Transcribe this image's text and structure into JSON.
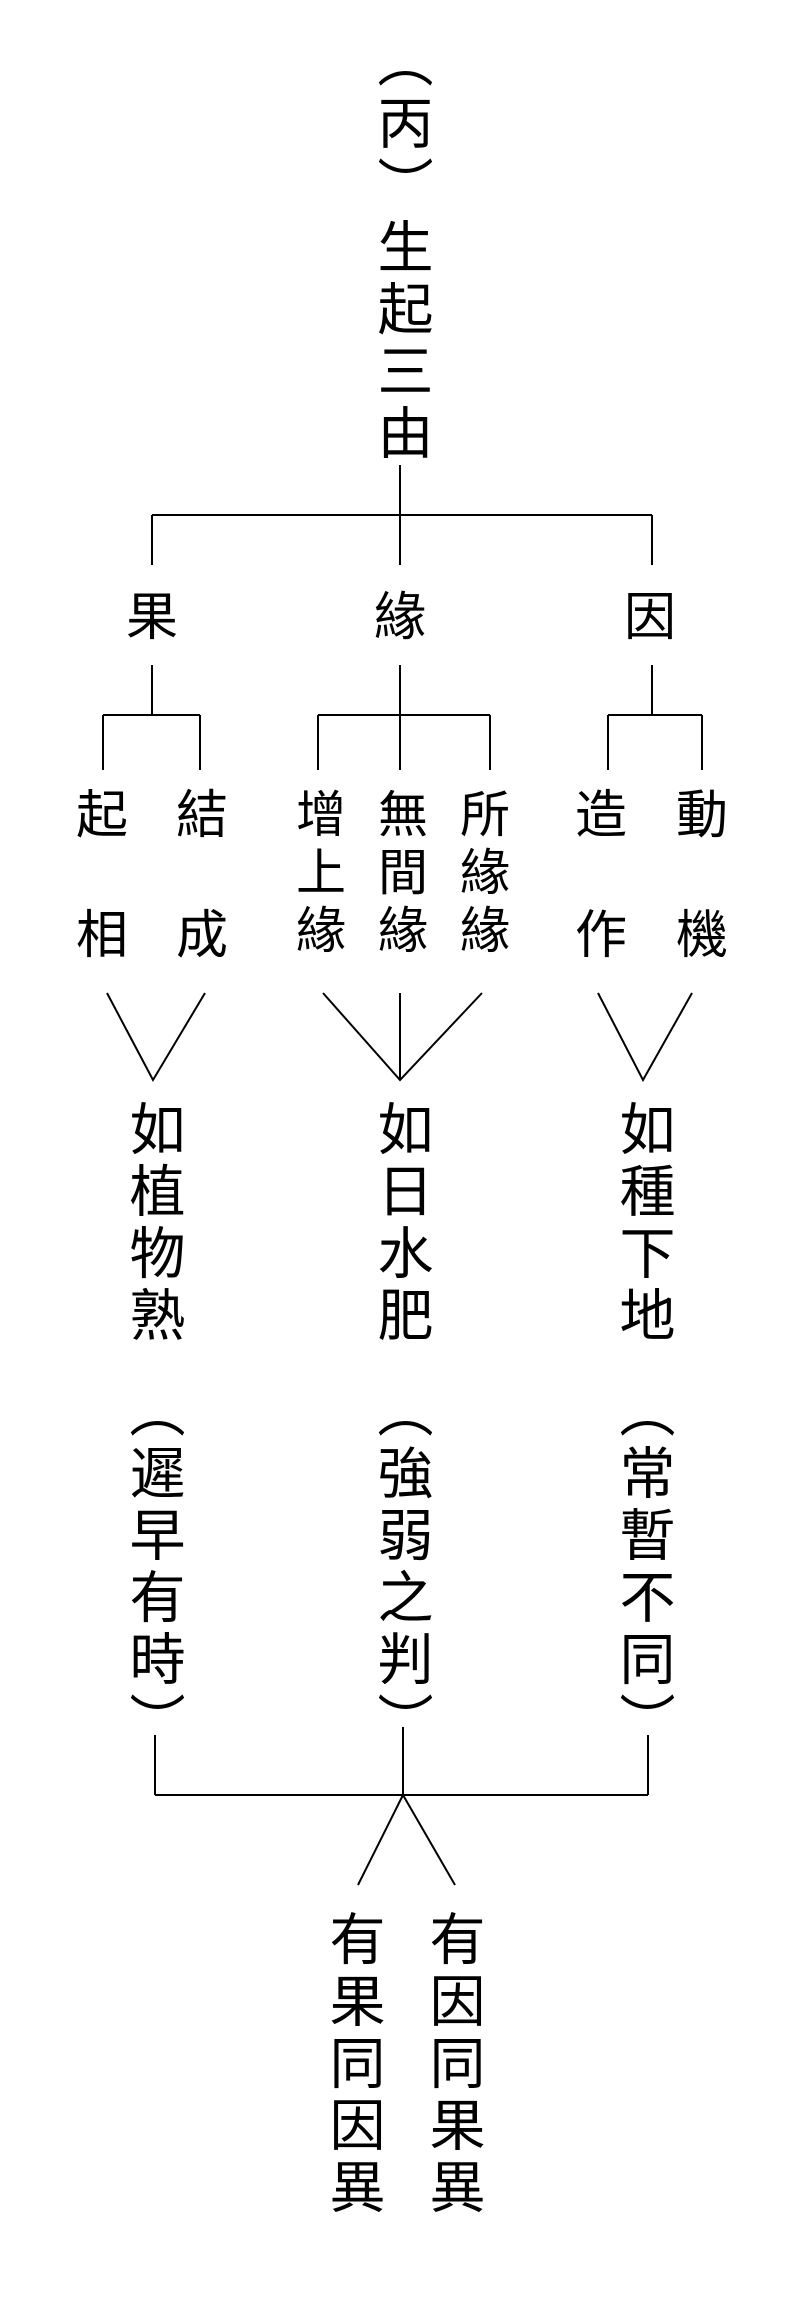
{
  "title": "（丙）生起三由",
  "branches": {
    "left": {
      "head": "果",
      "items": [
        {
          "top": "起",
          "bottom": "相"
        },
        {
          "top": "結",
          "bottom": "成"
        }
      ],
      "simile": "如植物熟",
      "note": "（遲早有時）"
    },
    "middle": {
      "head": "緣",
      "items": [
        "增上緣",
        "無間緣",
        "所緣緣"
      ],
      "simile": "如日水肥",
      "note": "（強弱之判）"
    },
    "right": {
      "head": "因",
      "items": [
        {
          "top": "造",
          "bottom": "作"
        },
        {
          "top": "動",
          "bottom": "機"
        }
      ],
      "simile": "如種下地",
      "note": "（常暫不同）"
    }
  },
  "conclusion": [
    "有因同果異",
    "有果同因異"
  ]
}
